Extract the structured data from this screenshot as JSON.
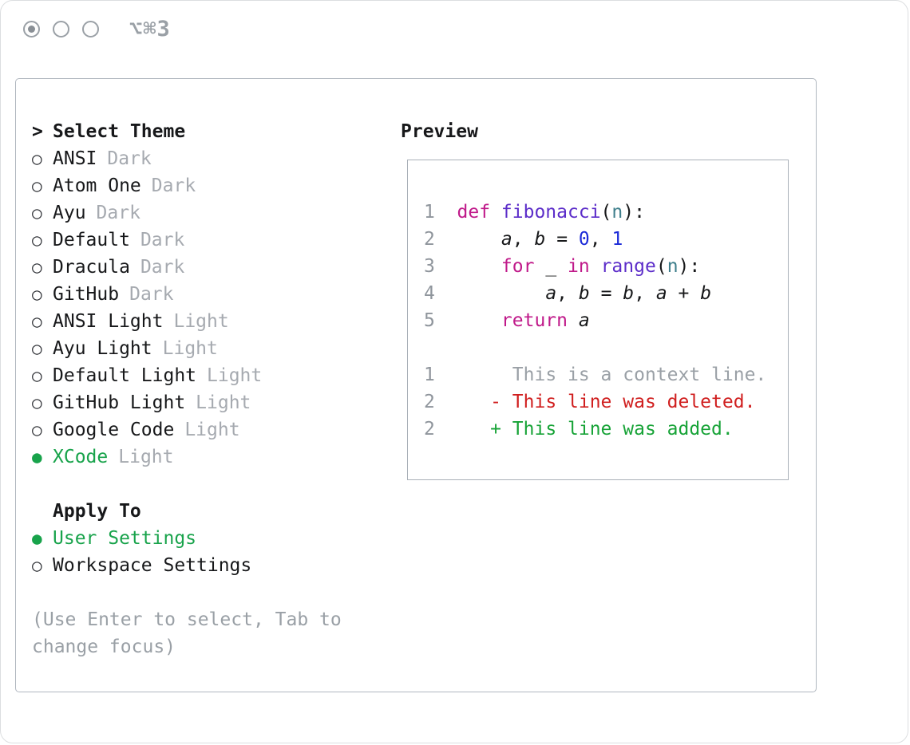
{
  "window": {
    "shortcut": "⌥⌘3"
  },
  "icons": {
    "radio_selected": "●",
    "radio_unselected": "○"
  },
  "colors": {
    "text": "#17181a",
    "accent_green": "#18a34b",
    "variant_gray": "#a6aab0",
    "hint_gray": "#9aa0a6",
    "keyword": "#c01a8a",
    "function": "#5c2dc9",
    "number": "#1c2bd8",
    "param": "#3f7f8c",
    "lineno": "#8f959c",
    "diff_context": "#9aa0a6",
    "diff_deleted": "#d01f1f",
    "diff_added": "#17a337",
    "panel_border": "#b0b7bf",
    "preview_border": "#a9b0b8"
  },
  "theme_selector": {
    "cursor": ">",
    "title": "Select Theme",
    "themes": [
      {
        "name": "ANSI",
        "variant": "Dark",
        "selected": false
      },
      {
        "name": "Atom One",
        "variant": "Dark",
        "selected": false
      },
      {
        "name": "Ayu",
        "variant": "Dark",
        "selected": false
      },
      {
        "name": "Default",
        "variant": "Dark",
        "selected": false
      },
      {
        "name": "Dracula",
        "variant": "Dark",
        "selected": false
      },
      {
        "name": "GitHub",
        "variant": "Dark",
        "selected": false
      },
      {
        "name": "ANSI Light",
        "variant": "Light",
        "selected": false
      },
      {
        "name": "Ayu Light",
        "variant": "Light",
        "selected": false
      },
      {
        "name": "Default Light",
        "variant": "Light",
        "selected": false
      },
      {
        "name": "GitHub Light",
        "variant": "Light",
        "selected": false
      },
      {
        "name": "Google Code",
        "variant": "Light",
        "selected": false
      },
      {
        "name": "XCode",
        "variant": "Light",
        "selected": true
      }
    ]
  },
  "apply_to": {
    "title": "Apply To",
    "options": [
      {
        "label": "User Settings",
        "selected": true
      },
      {
        "label": "Workspace Settings",
        "selected": false
      }
    ]
  },
  "hint": "(Use Enter to select, Tab to change focus)",
  "preview": {
    "title": "Preview",
    "code_lines": [
      {
        "num": "1",
        "tokens": [
          {
            "t": "def ",
            "c": "kw"
          },
          {
            "t": "fibonacci",
            "c": "fn"
          },
          {
            "t": "(",
            "c": "pl"
          },
          {
            "t": "n",
            "c": "ty"
          },
          {
            "t": "):",
            "c": "pl"
          }
        ]
      },
      {
        "num": "2",
        "tokens": [
          {
            "t": "    ",
            "c": "pl"
          },
          {
            "t": "a",
            "c": "var"
          },
          {
            "t": ", ",
            "c": "pl"
          },
          {
            "t": "b",
            "c": "var"
          },
          {
            "t": " = ",
            "c": "pl"
          },
          {
            "t": "0",
            "c": "num"
          },
          {
            "t": ", ",
            "c": "pl"
          },
          {
            "t": "1",
            "c": "num"
          }
        ]
      },
      {
        "num": "3",
        "tokens": [
          {
            "t": "    ",
            "c": "pl"
          },
          {
            "t": "for",
            "c": "kw"
          },
          {
            "t": " _ ",
            "c": "pl"
          },
          {
            "t": "in",
            "c": "kw"
          },
          {
            "t": " ",
            "c": "pl"
          },
          {
            "t": "range",
            "c": "fn"
          },
          {
            "t": "(",
            "c": "pl"
          },
          {
            "t": "n",
            "c": "ty"
          },
          {
            "t": "):",
            "c": "pl"
          }
        ]
      },
      {
        "num": "4",
        "tokens": [
          {
            "t": "        ",
            "c": "pl"
          },
          {
            "t": "a",
            "c": "var"
          },
          {
            "t": ", ",
            "c": "pl"
          },
          {
            "t": "b",
            "c": "var"
          },
          {
            "t": " = ",
            "c": "pl"
          },
          {
            "t": "b",
            "c": "var"
          },
          {
            "t": ", ",
            "c": "pl"
          },
          {
            "t": "a",
            "c": "var"
          },
          {
            "t": " + ",
            "c": "pl"
          },
          {
            "t": "b",
            "c": "var"
          }
        ]
      },
      {
        "num": "5",
        "tokens": [
          {
            "t": "    ",
            "c": "pl"
          },
          {
            "t": "return",
            "c": "kw"
          },
          {
            "t": " ",
            "c": "pl"
          },
          {
            "t": "a",
            "c": "var"
          }
        ]
      }
    ],
    "diff_lines": [
      {
        "num": "1",
        "marker": " ",
        "kind": "context",
        "text": "This is a context line."
      },
      {
        "num": "2",
        "marker": "-",
        "kind": "deleted",
        "text": "This line was deleted."
      },
      {
        "num": "2",
        "marker": "+",
        "kind": "added",
        "text": "This line was added."
      }
    ]
  }
}
